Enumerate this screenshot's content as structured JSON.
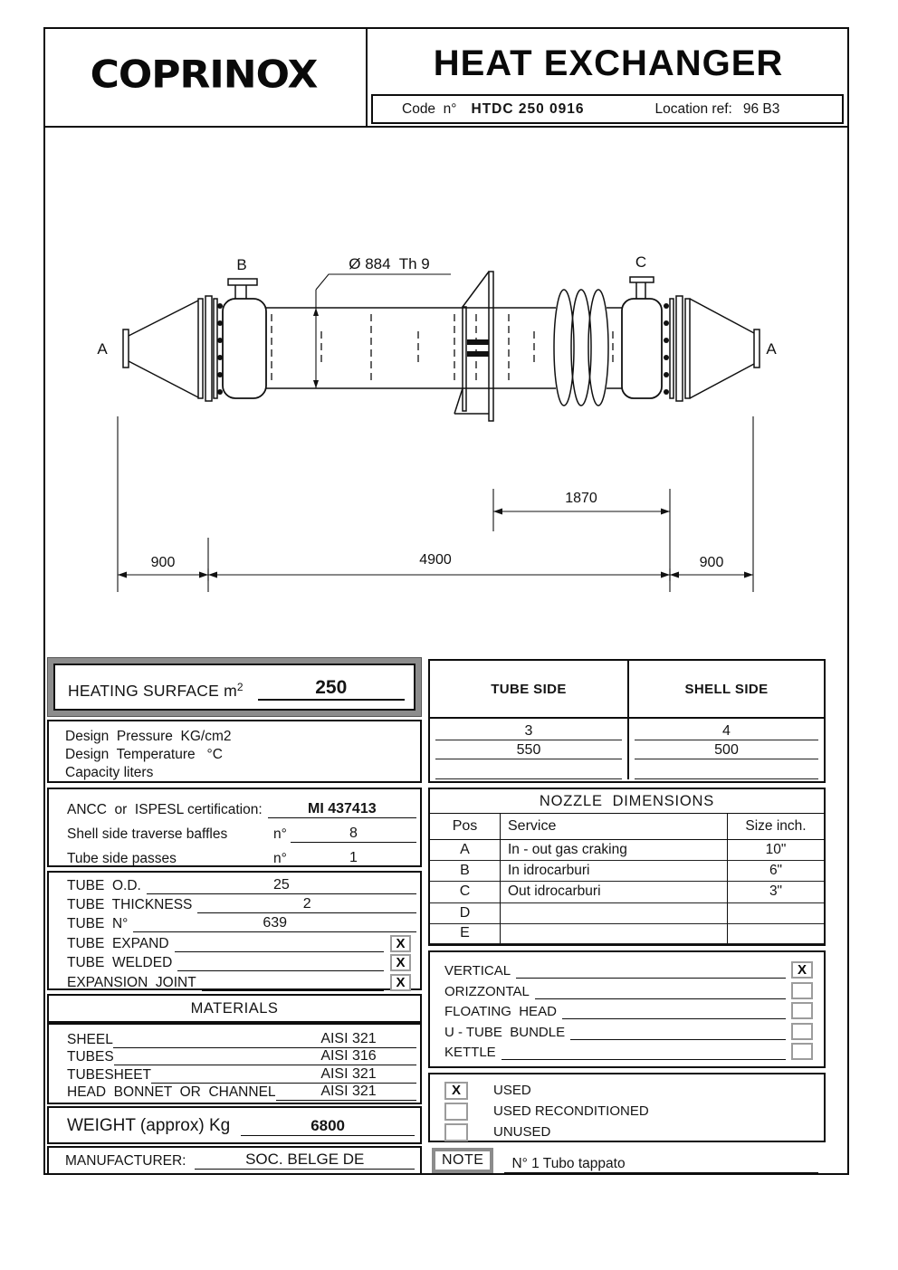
{
  "header": {
    "logo": "COPRINOX",
    "title": "HEAT EXCHANGER",
    "code_label": "Code  n°",
    "code_value": "HTDC 250 0916",
    "location_label": "Location ref:",
    "location_value": "96 B3"
  },
  "drawing": {
    "label_a_left": "A",
    "label_b": "B",
    "label_c": "C",
    "label_a_right": "A",
    "dim_diameter": "Ø 884  Th 9",
    "dim_1870": "1870",
    "dim_900_left": "900",
    "dim_4900": "4900",
    "dim_900_right": "900"
  },
  "heating_surface": {
    "label": "HEATING SURFACE m",
    "sup": "2",
    "value": "250"
  },
  "design": {
    "line1": "Design  Pressure  KG/cm2",
    "line2": "Design  Temperature   °C",
    "line3": "Capacity liters"
  },
  "side_table": {
    "columns": [
      "TUBE SIDE",
      "SHELL SIDE"
    ],
    "rows": [
      [
        "3",
        "4"
      ],
      [
        "550",
        "500"
      ],
      [
        "",
        ""
      ]
    ]
  },
  "certification": {
    "cert_label": "ANCC  or  ISPESL certification:",
    "cert_value": "MI 437413",
    "baffles_label": "Shell side traverse baffles",
    "baffles_n": "n°",
    "baffles_value": "8",
    "passes_label": "Tube side passes",
    "passes_n": "n°",
    "passes_value": "1"
  },
  "tube": {
    "rows": [
      {
        "label": "TUBE  O.D.",
        "value": "25"
      },
      {
        "label": "TUBE  THICKNESS",
        "value": "2"
      },
      {
        "label": "TUBE  N°",
        "value": "639"
      }
    ],
    "checks": [
      {
        "label": "TUBE  EXPAND",
        "checked": "X"
      },
      {
        "label": "TUBE  WELDED",
        "checked": "X"
      },
      {
        "label": "EXPANSION  JOINT",
        "checked": "X"
      }
    ]
  },
  "nozzle_table": {
    "title": "NOZZLE  DIMENSIONS",
    "columns": [
      "Pos",
      "Service",
      "Size inch."
    ],
    "rows": [
      [
        "A",
        "In - out gas craking",
        "10\""
      ],
      [
        "B",
        "In idrocarburi",
        "6\""
      ],
      [
        "C",
        "Out idrocarburi",
        "3\""
      ],
      [
        "D",
        "",
        ""
      ],
      [
        "E",
        "",
        ""
      ]
    ]
  },
  "orientation": {
    "rows": [
      {
        "label": "VERTICAL",
        "checked": "X"
      },
      {
        "label": "ORIZZONTAL",
        "checked": ""
      },
      {
        "label": "FLOATING  HEAD",
        "checked": ""
      },
      {
        "label": "U - TUBE  BUNDLE",
        "checked": ""
      },
      {
        "label": "KETTLE",
        "checked": ""
      }
    ]
  },
  "materials": {
    "title": "MATERIALS",
    "rows": [
      {
        "label": "SHEEL",
        "value": "AISI 321"
      },
      {
        "label": "TUBES",
        "value": "AISI 316"
      },
      {
        "label": "TUBESHEET",
        "value": "AISI 321"
      },
      {
        "label": "HEAD  BONNET  OR  CHANNEL",
        "value": "AISI 321"
      }
    ]
  },
  "condition": {
    "rows": [
      {
        "label": "USED",
        "checked": "X"
      },
      {
        "label": "USED RECONDITIONED",
        "checked": ""
      },
      {
        "label": "UNUSED",
        "checked": ""
      }
    ]
  },
  "weight": {
    "label": "WEIGHT (approx) Kg",
    "value": "6800"
  },
  "manufacturer": {
    "label": "MANUFACTURER:",
    "value": "SOC. BELGE DE"
  },
  "note": {
    "label": "NOTE",
    "value": "N° 1 Tubo tappato"
  }
}
